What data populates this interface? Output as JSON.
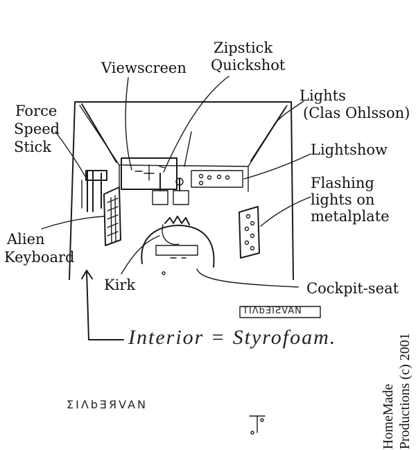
{
  "labels": {
    "viewscreen": "Viewscreen",
    "zipstick_line1": "Zipstick",
    "zipstick_line2": "Quickshot",
    "lights_line1": "Lights",
    "lights_line2": "(Clas Ohlsson)",
    "force_line1": "Force",
    "force_line2": "Speed",
    "force_line3": "Stick",
    "lightshow": "Lightshow",
    "flashing_line1": "Flashing",
    "flashing_line2": "lights on",
    "flashing_line3": "metalplate",
    "alien_line1": "Alien",
    "alien_line2": "Keyboard",
    "kirk": "Kirk",
    "cockpit_seat": "Cockpit-seat"
  },
  "handwriting": {
    "interior_note": "Interior = Styrofoam.",
    "alien_plaque": "ΤΙΛbƎIƧVAN",
    "alien_glyphs_bottom": "ΣΙΛbƎЯVAN"
  },
  "credit": {
    "line1": "HomeMade",
    "line2": "Productions (c) 2001"
  },
  "colors": {
    "ink": "#1a1a1a",
    "background": "#ffffff"
  }
}
